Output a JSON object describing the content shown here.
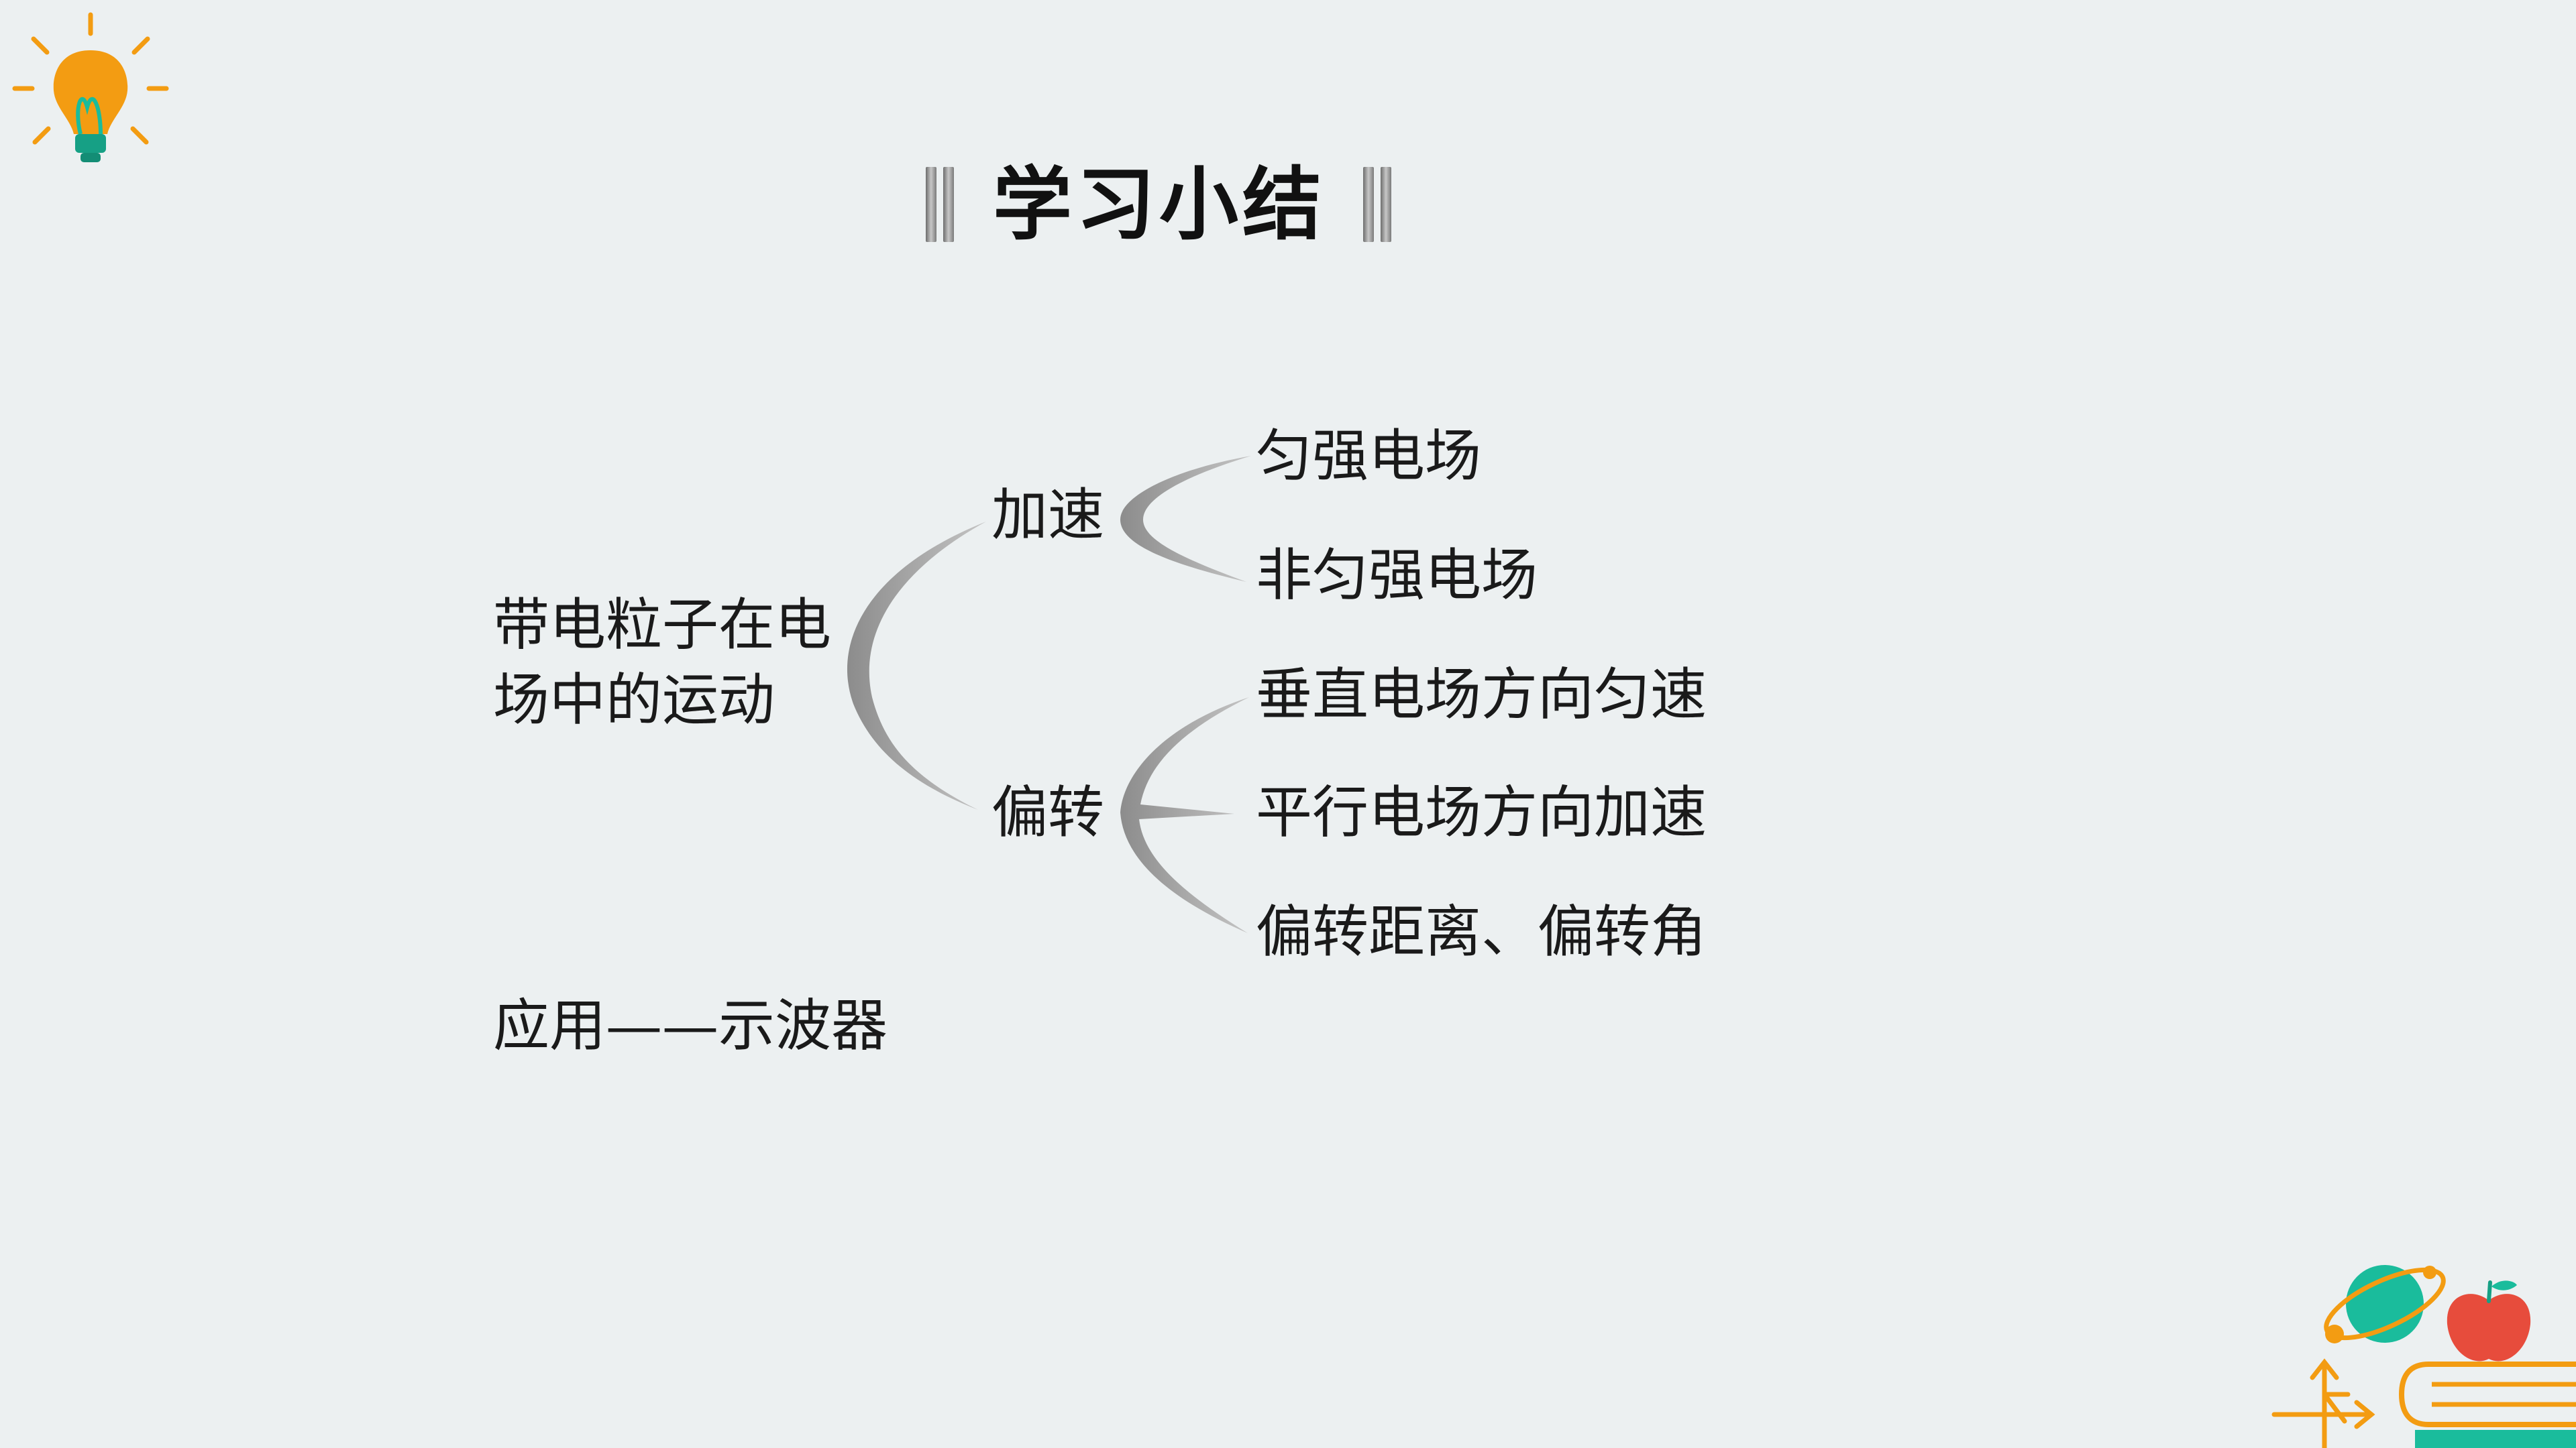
{
  "title": "学习小结",
  "root": {
    "line1": "带电粒子在电",
    "line2": "场中的运动"
  },
  "branches": {
    "accelerate": {
      "label": "加速",
      "items": [
        "匀强电场",
        "非匀强电场"
      ]
    },
    "deflect": {
      "label": "偏转",
      "items": [
        "垂直电场方向匀速",
        "平行电场方向加速",
        "偏转距离、偏转角"
      ]
    }
  },
  "application": "应用——示波器",
  "colors": {
    "background": "#ecf0f1",
    "brace": "#9a9a9a",
    "bulb": "#f39c12",
    "planet": "#1abc9c",
    "apple": "#e74c3c"
  },
  "icons": [
    "lightbulb-icon",
    "planet-icon",
    "apple-icon",
    "books-icon",
    "compass-arrow-icon"
  ]
}
